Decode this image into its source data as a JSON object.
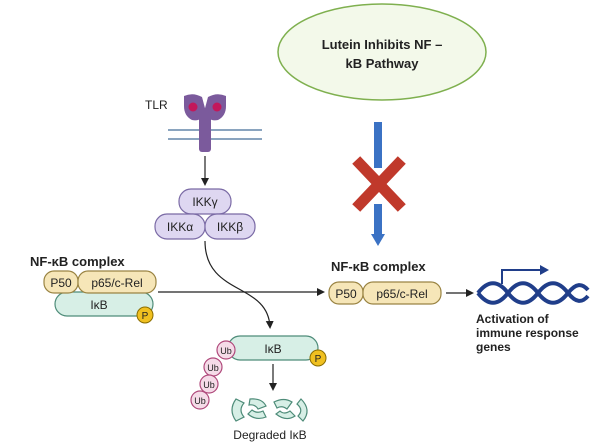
{
  "callout": {
    "line1": "Lutein Inhibits NF –",
    "line2": "kB Pathway",
    "fill": "#f3f9ea",
    "border": "#7fb04f"
  },
  "receptor": {
    "label": "TLR",
    "color": "#7b5a9c",
    "dot_color": "#c2185b"
  },
  "ikk": {
    "gamma": "IKKγ",
    "alpha": "IKKα",
    "beta": "IKKβ",
    "fill": "#ded7f1",
    "border": "#7a6aa5"
  },
  "complex_left": {
    "title": "NF-κB complex",
    "p50": "P50",
    "p65": "p65/c-Rel",
    "ikb": "IκB",
    "phospho": "P"
  },
  "complex_right": {
    "title": "NF-κB complex",
    "p50": "P50",
    "p65": "p65/c-Rel"
  },
  "degradation": {
    "ikb": "IκB",
    "phospho": "P",
    "ubiquitin": [
      "Ub",
      "Ub",
      "Ub",
      "Ub"
    ],
    "result": "Degraded IκB"
  },
  "output": {
    "line1": "Activation of",
    "line2": "immune response",
    "line3": "genes"
  },
  "colors": {
    "nfkb_fill": "#f6e6b8",
    "nfkb_border": "#9a8443",
    "ikb_fill": "#d7efe6",
    "ikb_border": "#4e8c79",
    "phospho_fill": "#f0c020",
    "ub_fill": "#f5dbe8",
    "ub_border": "#b04a7c",
    "inhibit_x": "#c0392b",
    "inhibit_arrow": "#3b72c4",
    "dna": "#203e8a"
  }
}
